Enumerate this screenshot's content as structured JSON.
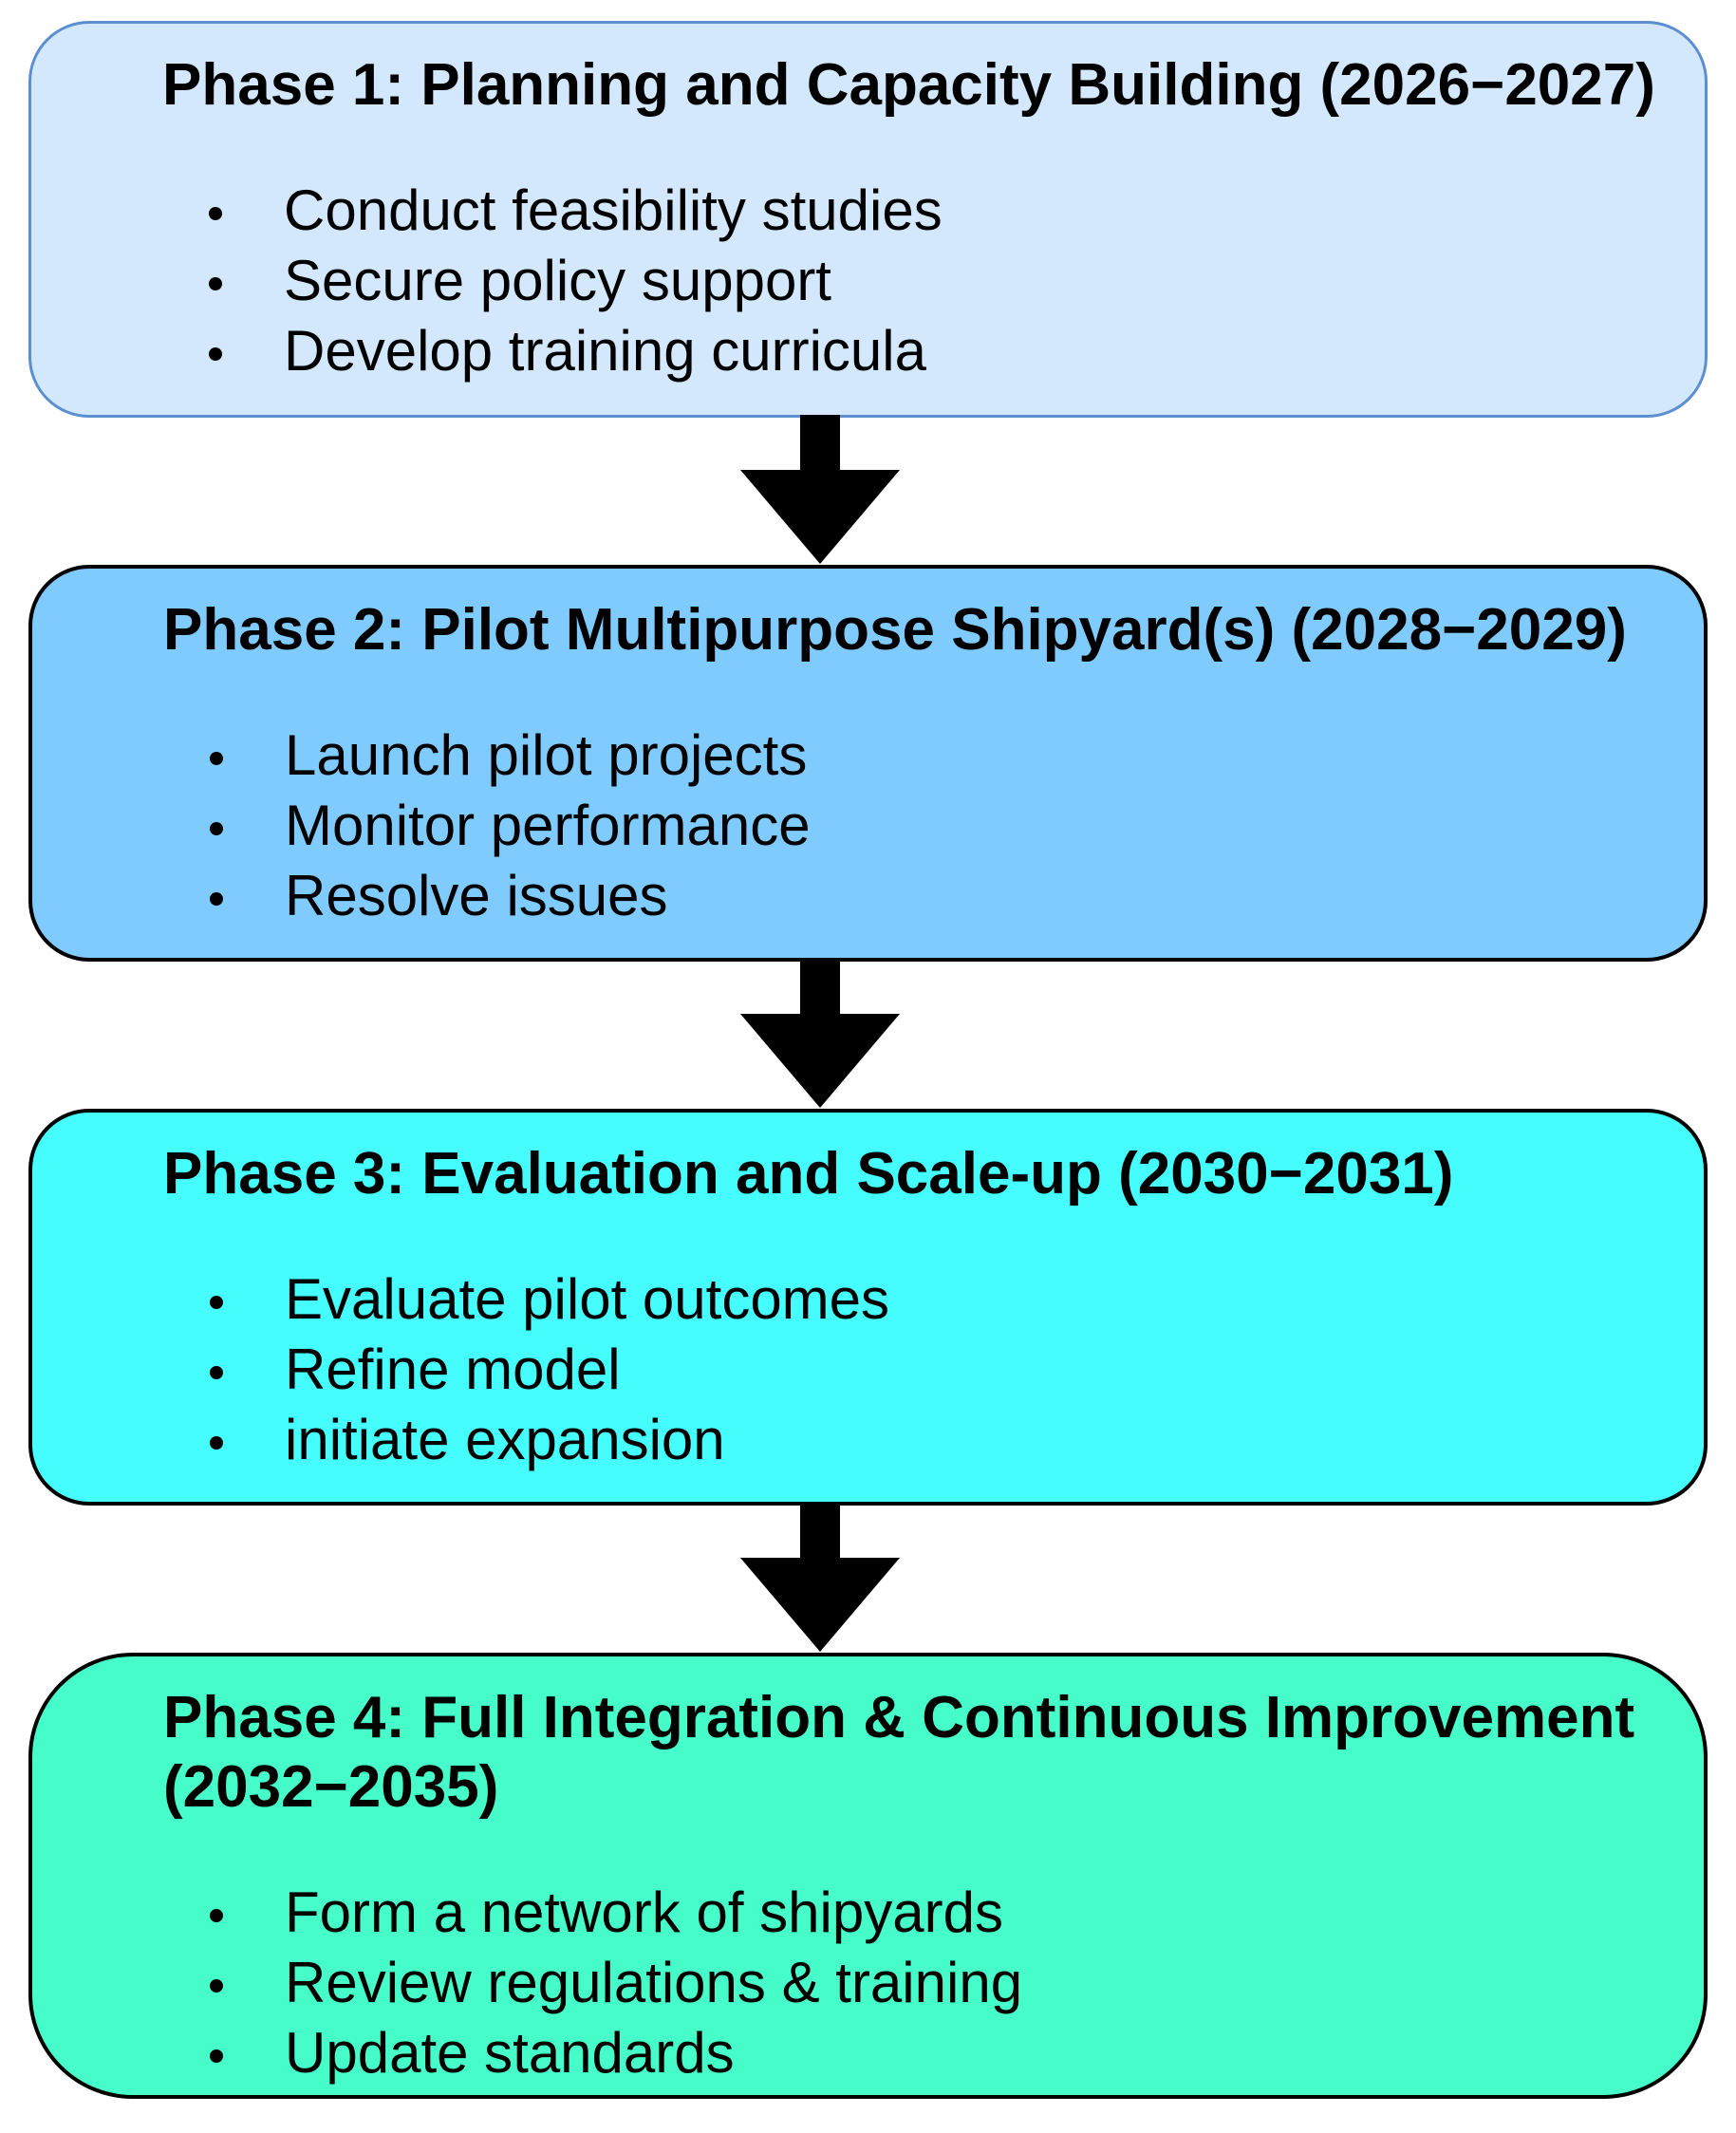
{
  "diagram": {
    "phases": [
      {
        "title": "Phase 1: Planning and Capacity Building (2026−2027)",
        "color": "#d4e8fd",
        "bullets": [
          "Conduct feasibility studies",
          "Secure policy support",
          "Develop training curricula"
        ]
      },
      {
        "title": "Phase 2: Pilot Multipurpose Shipyard(s) (2028−2029)",
        "color": "#80cbfd",
        "bullets": [
          "Launch pilot projects",
          "Monitor performance",
          "Resolve issues"
        ]
      },
      {
        "title": "Phase 3: Evaluation and Scale-up (2030−2031)",
        "color": "#45fdfd",
        "bullets": [
          "Evaluate pilot outcomes",
          "Refine model",
          "initiate expansion"
        ]
      },
      {
        "title": "Phase 4: Full Integration & Continuous Improvement (2032−2035)",
        "color": "#46fdc9",
        "bullets": [
          "Form a network of shipyards",
          "Review regulations & training",
          "Update standards"
        ]
      }
    ],
    "arrow_color": "#000000",
    "arrow_icon": "down-arrow-icon"
  }
}
